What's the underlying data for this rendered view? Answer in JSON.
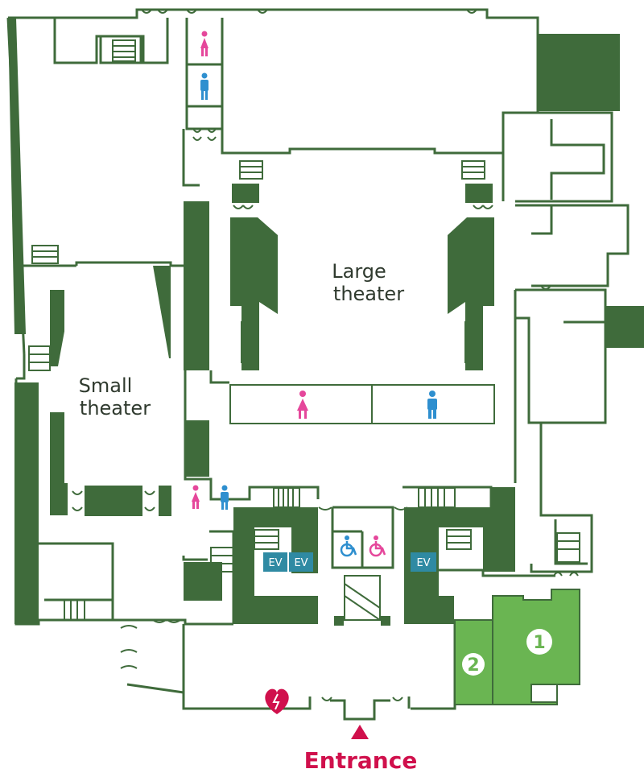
{
  "colors": {
    "wall": "#3f6b3b",
    "highlight": "#6ab552",
    "ev": "#2f8aa3",
    "female": "#e5479b",
    "male": "#2e8fcf",
    "entrance": "#d0104c",
    "text": "#2f3a2e"
  },
  "labels": {
    "large_theater_1": "Large",
    "large_theater_2": "theater",
    "small_theater_1": "Small",
    "small_theater_2": "theater",
    "entrance": "Entrance"
  },
  "elevators": [
    "EV",
    "EV",
    "EV"
  ],
  "numbered_areas": [
    "1",
    "2"
  ],
  "icons": {
    "restroom_female": "female-restroom-icon",
    "restroom_male": "male-restroom-icon",
    "accessible_male": "accessible-restroom-icon",
    "accessible_female": "accessible-restroom-icon",
    "aed": "aed-heart-icon",
    "entrance_marker": "triangle-up-icon"
  }
}
